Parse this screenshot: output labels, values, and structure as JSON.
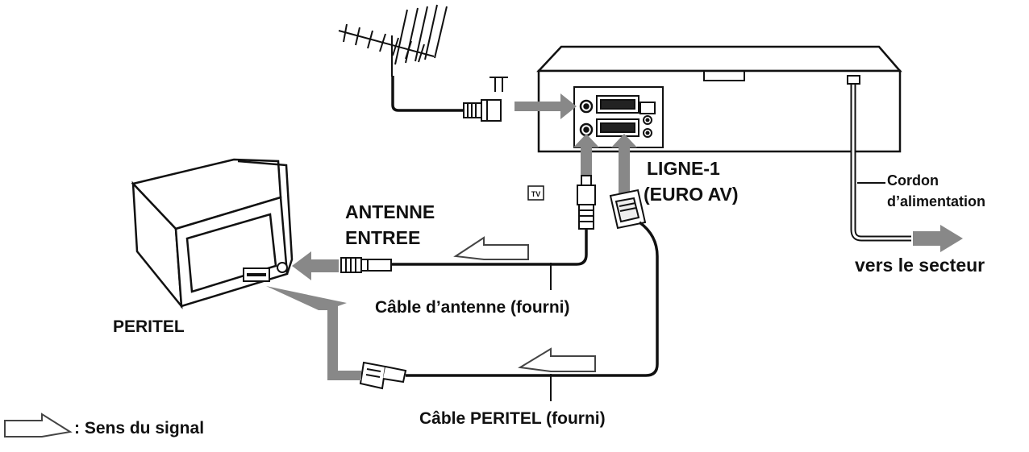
{
  "colors": {
    "line": "#111111",
    "arrow": "#888888",
    "paper": "#ffffff"
  },
  "labels": {
    "ligne": "LIGNE-1",
    "euro_av": "(EURO AV)",
    "cordon": "Cordon",
    "alimentation": "d’alimentation",
    "antenne": "ANTENNE",
    "entree": "ENTREE",
    "secteur": "vers le secteur",
    "cable_antenne": "Câble d’antenne (fourni)",
    "peritel": "PERITEL",
    "cable_peritel": "Câble PERITEL (fourni)",
    "sens_signal": ": Sens du signal",
    "tv_badge": "TV"
  },
  "icons": [
    "antenna-icon",
    "aerial-symbol-icon",
    "tv-symbol-icon",
    "signal-direction-arrow-icon"
  ]
}
